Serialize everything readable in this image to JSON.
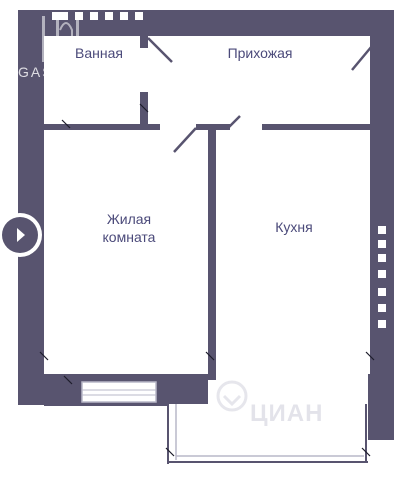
{
  "rooms": {
    "bathroom": "Ванная",
    "hallway": "Прихожая",
    "living_room": "Жилая\nкомната",
    "kitchen": "Кухня"
  },
  "watermark": {
    "logo_text": "GAS",
    "bottom_text": "ЦИАН"
  },
  "colors": {
    "wall": "#58546f",
    "label": "#4b4a7a",
    "window": "#b9b8c8"
  },
  "icons": {
    "nav": "chevron-right-icon"
  }
}
